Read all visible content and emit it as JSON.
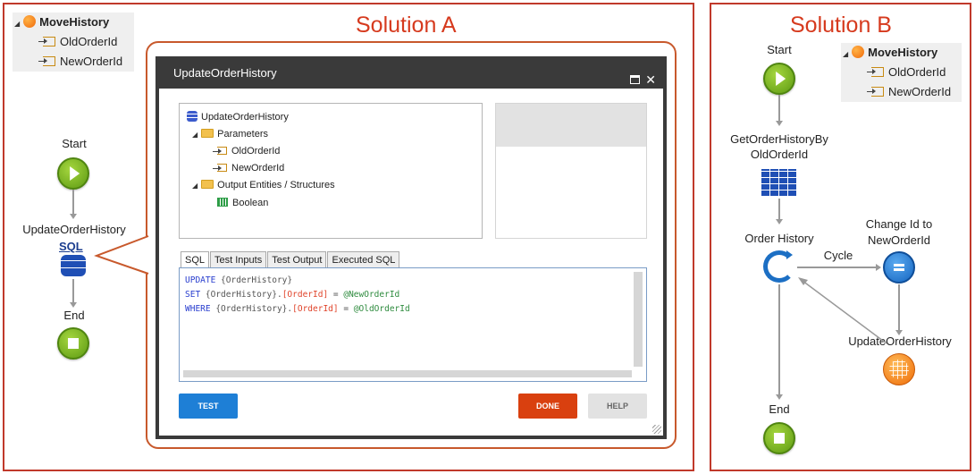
{
  "solution_a": {
    "title": "Solution A",
    "tree": {
      "root": "MoveHistory",
      "params": [
        "OldOrderId",
        "NewOrderId"
      ]
    },
    "flow": {
      "start": "Start",
      "action": "UpdateOrderHistory",
      "action_icon": "SQL",
      "end": "End"
    },
    "dialog": {
      "title": "UpdateOrderHistory",
      "tree": {
        "root": "UpdateOrderHistory",
        "parameters": "Parameters",
        "params": [
          "OldOrderId",
          "NewOrderId"
        ],
        "output": "Output Entities / Structures",
        "output_items": [
          "Boolean"
        ]
      },
      "tabs": [
        "SQL",
        "Test Inputs",
        "Test Output",
        "Executed SQL"
      ],
      "sql": {
        "line1": {
          "kw": "UPDATE",
          "rest": " {OrderHistory}"
        },
        "line2": {
          "kw": "SET",
          "pre": " {OrderHistory}.",
          "field": "[OrderId]",
          "eq": " = ",
          "param": "@NewOrderId"
        },
        "line3": {
          "kw": "WHERE",
          "pre": " {OrderHistory}.",
          "field": "[OrderId]",
          "eq": " = ",
          "param": "@OldOrderId"
        }
      },
      "buttons": {
        "test": "TEST",
        "done": "DONE",
        "help": "HELP"
      }
    }
  },
  "solution_b": {
    "title": "Solution B",
    "tree": {
      "root": "MoveHistory",
      "params": [
        "OldOrderId",
        "NewOrderId"
      ]
    },
    "flow": {
      "start": "Start",
      "query_line1": "GetOrderHistoryBy",
      "query_line2": "OldOrderId",
      "loop": "Order History",
      "cycle": "Cycle",
      "assign_line1": "Change Id to",
      "assign_line2": "NewOrderId",
      "update": "UpdateOrderHistory",
      "end": "End"
    }
  },
  "colors": {
    "frame": "#c0392b",
    "title": "#d63a1e",
    "start_end": "#5d9a12",
    "test_button": "#1e7fd6",
    "done_button": "#d9400f",
    "help_button": "#e2e2e2"
  }
}
